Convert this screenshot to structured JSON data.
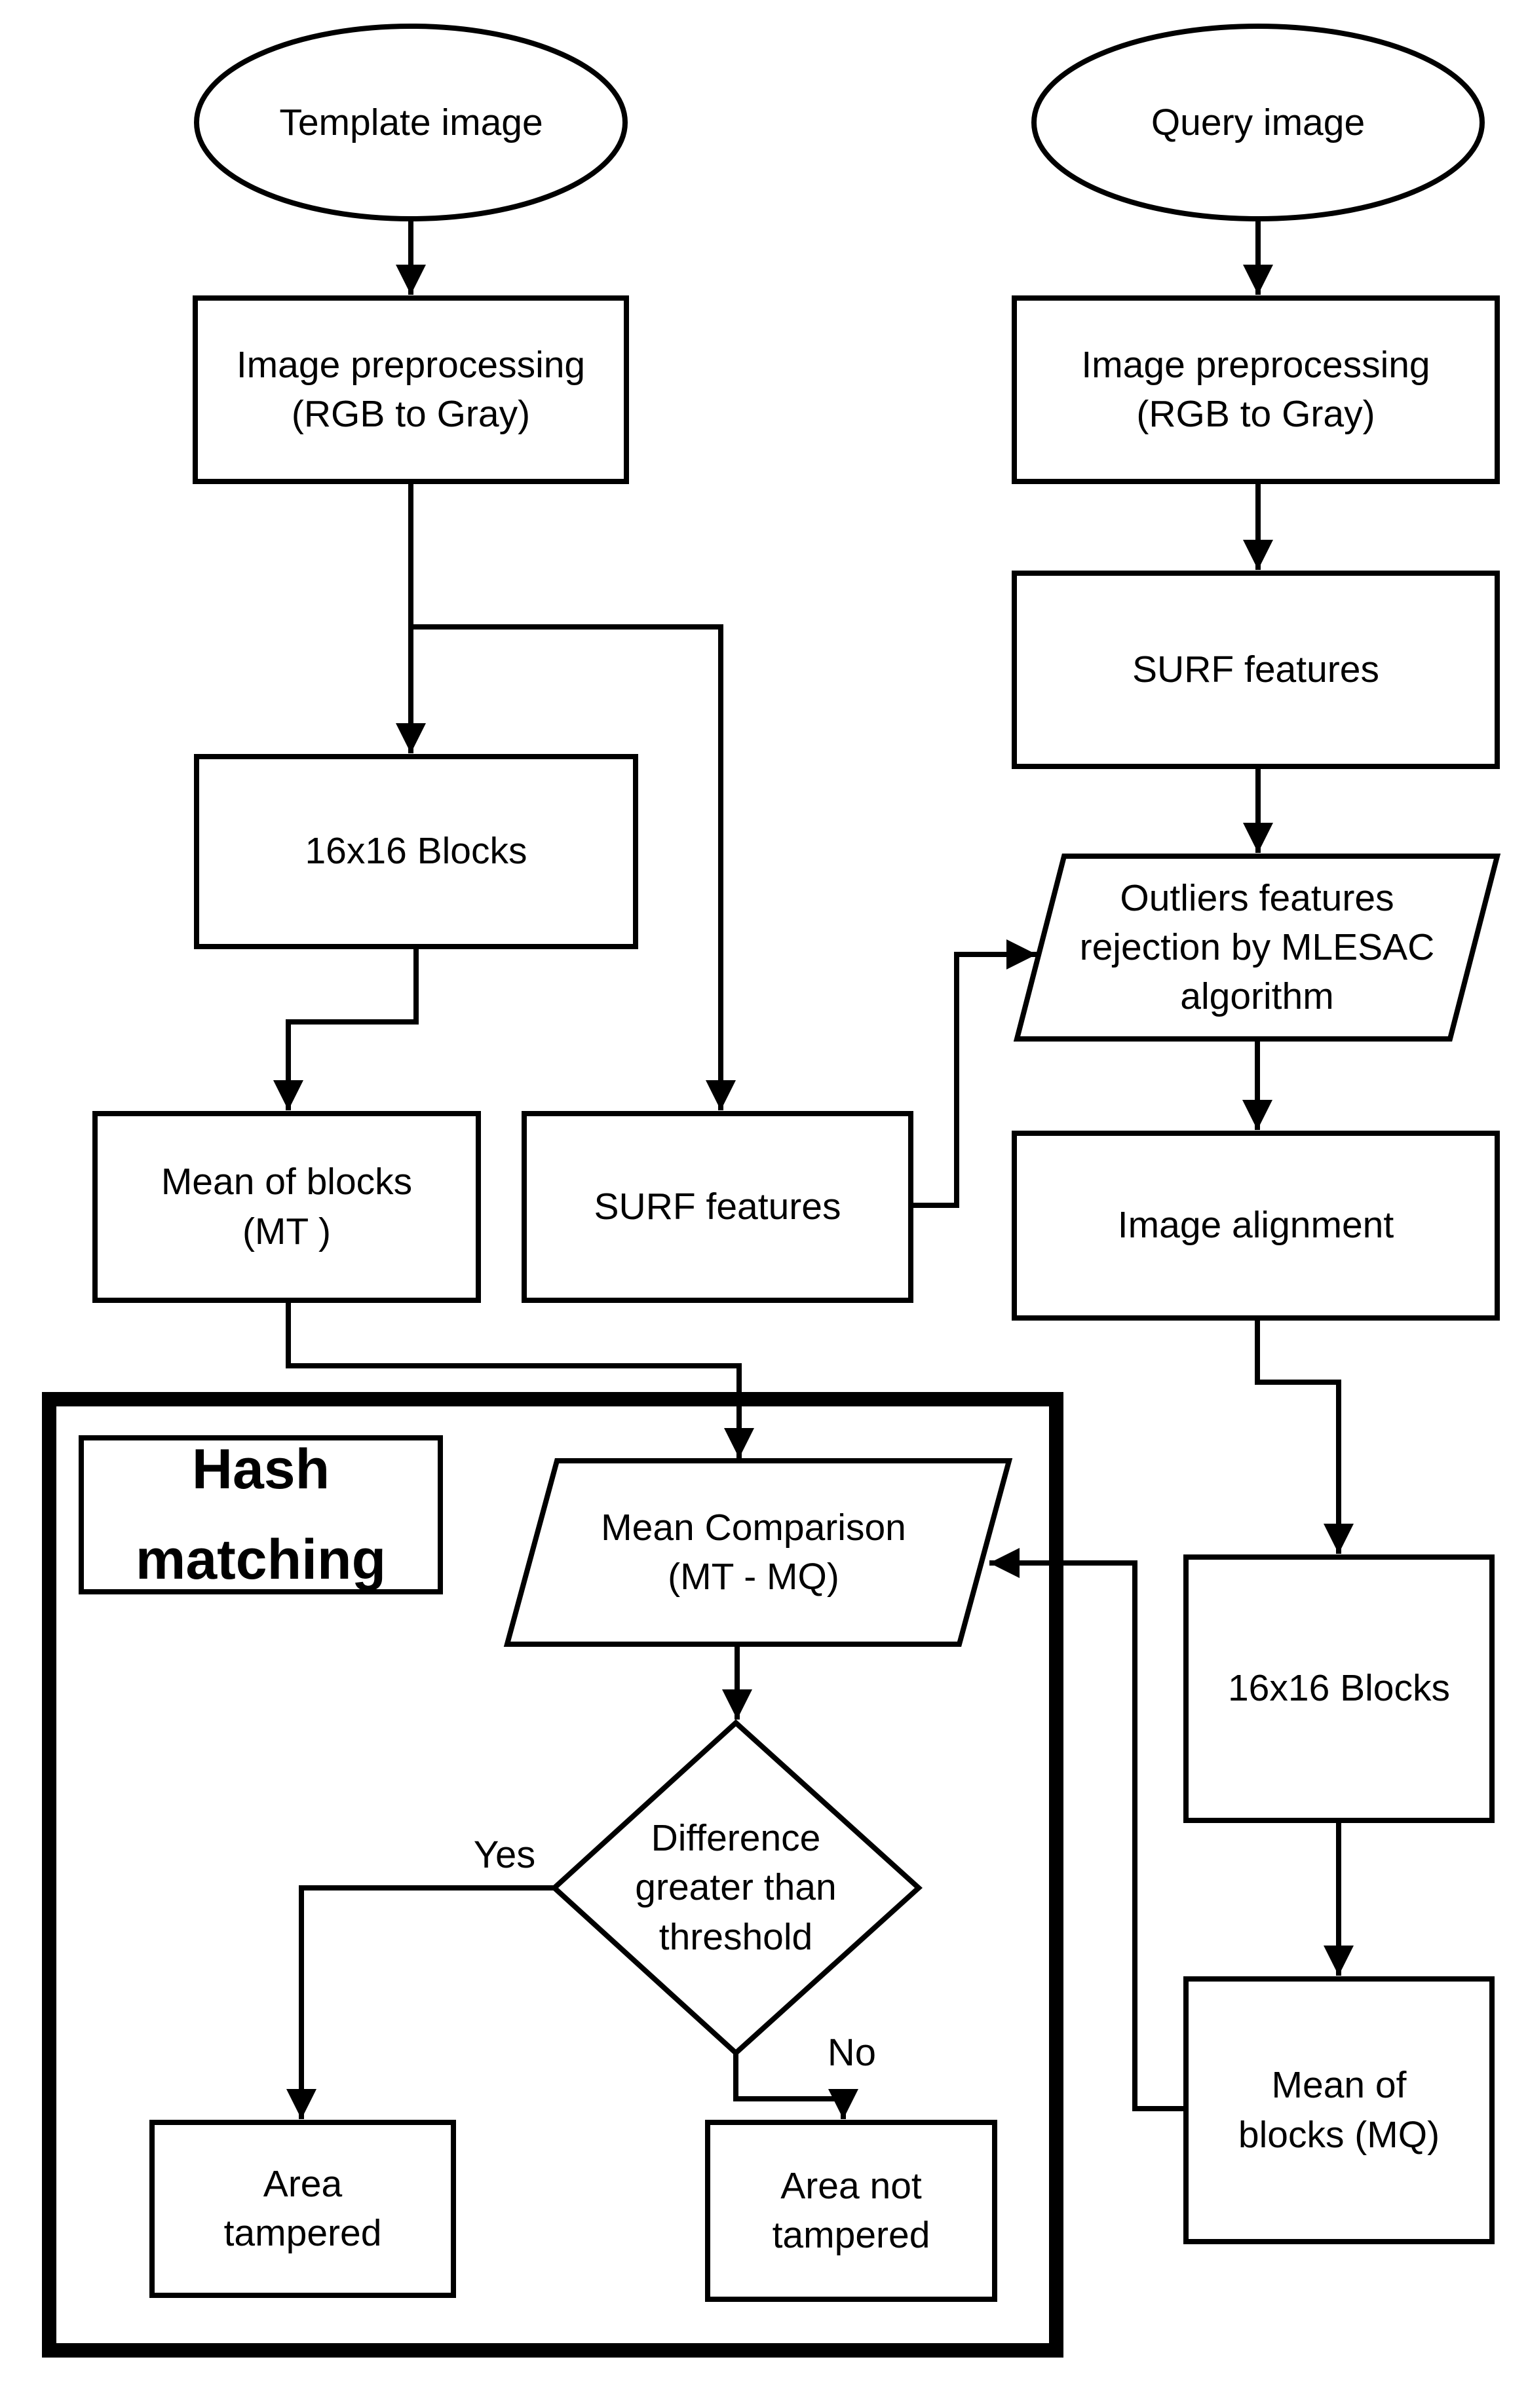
{
  "diagram": {
    "colors": {
      "stroke": "#000000",
      "background": "#ffffff"
    },
    "nodes": {
      "template_image": {
        "type": "terminator",
        "label": "Template image"
      },
      "query_image": {
        "type": "terminator",
        "label": "Query image"
      },
      "preprocess_left": {
        "type": "process",
        "label": "Image preprocessing\n(RGB to Gray)"
      },
      "preprocess_right": {
        "type": "process",
        "label": "Image preprocessing\n(RGB to Gray)"
      },
      "surf_right": {
        "type": "process",
        "label": "SURF features"
      },
      "outliers": {
        "type": "data",
        "label": "Outliers features\nrejection by MLESAC\nalgorithm"
      },
      "image_alignment": {
        "type": "process",
        "label": "Image alignment"
      },
      "blocks_left": {
        "type": "process",
        "label": "16x16 Blocks"
      },
      "mean_blocks_t": {
        "type": "process",
        "label": "Mean of blocks\n(MT )"
      },
      "surf_left": {
        "type": "process",
        "label": "SURF features"
      },
      "blocks_right": {
        "type": "process",
        "label": "16x16 Blocks"
      },
      "mean_blocks_q": {
        "type": "process",
        "label": "Mean of\nblocks (MQ)"
      },
      "hash_matching": {
        "type": "group-label",
        "label": "Hash\nmatching"
      },
      "mean_comparison": {
        "type": "data",
        "label": "Mean Comparison\n(MT - MQ)"
      },
      "decision": {
        "type": "decision",
        "label": "Difference\ngreater than\nthreshold"
      },
      "area_tampered": {
        "type": "process",
        "label": "Area\ntampered"
      },
      "area_not_tampered": {
        "type": "process",
        "label": "Area not\ntampered"
      }
    },
    "edge_labels": {
      "yes": "Yes",
      "no": "No"
    }
  }
}
